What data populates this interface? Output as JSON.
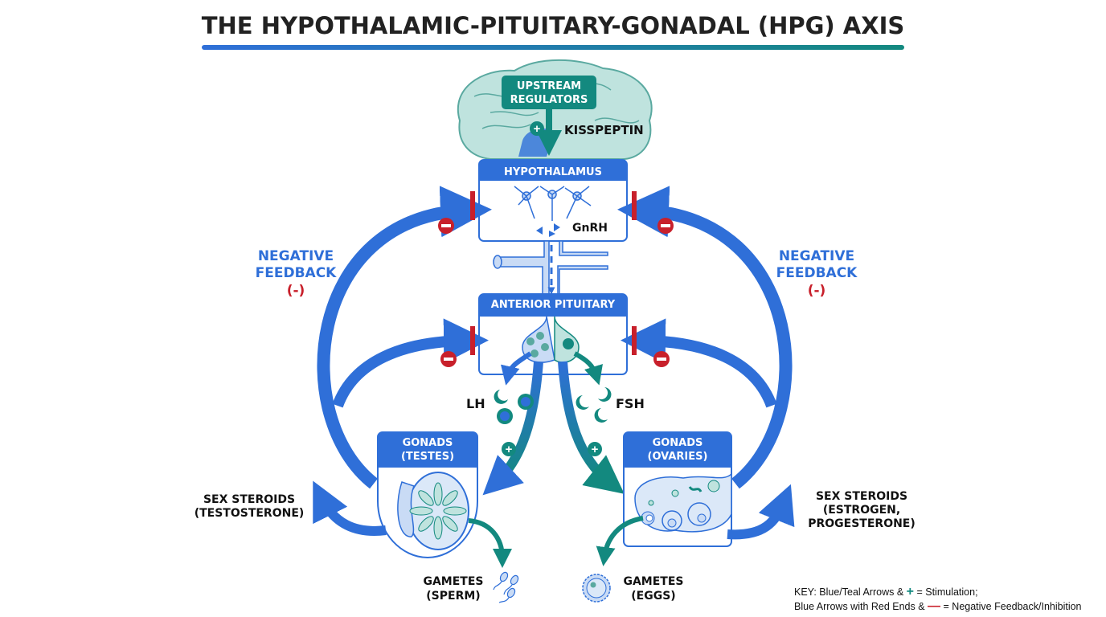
{
  "title": "THE HYPOTHALAMIC-PITUITARY-GONADAL (HPG) AXIS",
  "colors": {
    "blue": "#2f6fd8",
    "teal": "#13897f",
    "red": "#c8202b",
    "light_blue": "#c9dbf5",
    "light_teal": "#bfe3de",
    "text": "#111111"
  },
  "upstream": {
    "label_line1": "UPSTREAM",
    "label_line2": "REGULATORS",
    "signal": "KISSPEPTIN"
  },
  "hypothalamus": {
    "label": "HYPOTHALAMUS",
    "hormone": "GnRH"
  },
  "pituitary": {
    "label": "ANTERIOR PITUITARY"
  },
  "hormones": {
    "left": "LH",
    "right": "FSH"
  },
  "gonads_left": {
    "line1": "GONADS",
    "line2": "(TESTES)"
  },
  "gonads_right": {
    "line1": "GONADS",
    "line2": "(OVARIES)"
  },
  "feedback_left": {
    "line1": "NEGATIVE",
    "line2": "FEEDBACK",
    "line3": "(-)"
  },
  "feedback_right": {
    "line1": "NEGATIVE",
    "line2": "FEEDBACK",
    "line3": "(-)"
  },
  "steroids_left": {
    "line1": "SEX STEROIDS",
    "line2": "(TESTOSTERONE)"
  },
  "steroids_right": {
    "line1": "SEX STEROIDS",
    "line2": "(ESTROGEN,",
    "line3": "PROGESTERONE)"
  },
  "gametes_left": {
    "line1": "GAMETES",
    "line2": "(SPERM)"
  },
  "gametes_right": {
    "line1": "GAMETES",
    "line2": "(EGGS)"
  },
  "signs": {
    "plus": "+",
    "minus": "−"
  },
  "key": {
    "line1_pre": "KEY: Blue/Teal Arrows & ",
    "line1_sym": "+",
    "line1_post": " = Stimulation;",
    "line2_pre": "Blue Arrows with Red Ends & ",
    "line2_sym": "—",
    "line2_post": " = Negative Feedback/Inhibition"
  }
}
